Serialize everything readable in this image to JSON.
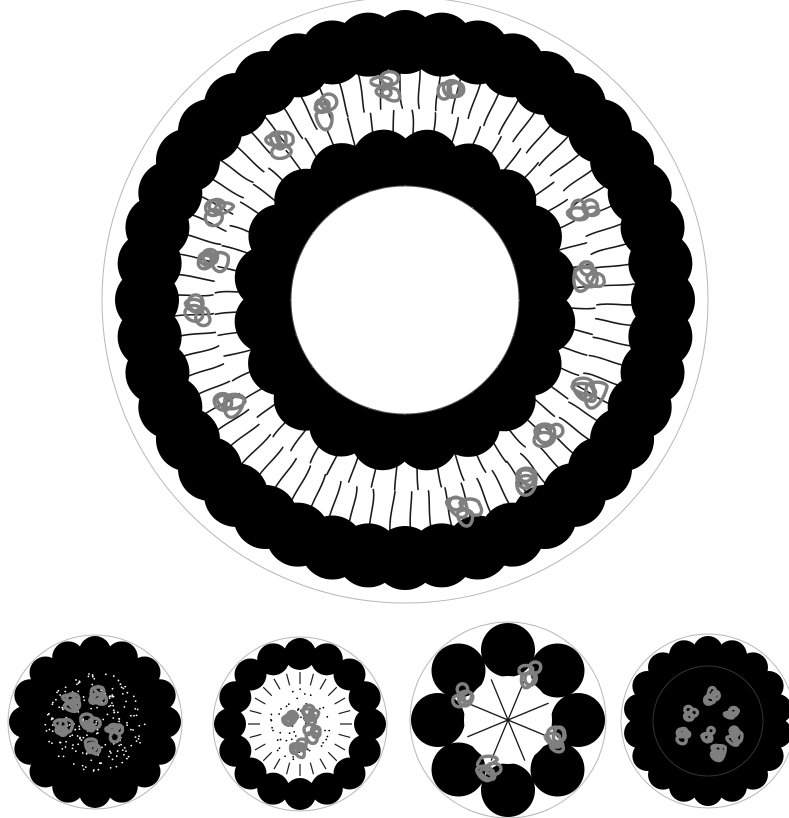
{
  "colors": {
    "background": "#ffffff",
    "head": "#000000",
    "tail": "#1a1a1a",
    "protein": "#7f7f7f",
    "outline": "#b8b8b8",
    "inner_line": "#555555"
  },
  "figures": [
    {
      "kind": "bilayer-vesicle",
      "outer_ring_heads": 44,
      "inner_ring_heads": 20,
      "proteins_shown": 14
    },
    {
      "kind": "micelle-core-dotted",
      "ring_heads": 16,
      "proteins_shown": 6
    },
    {
      "kind": "micelle-core-tails",
      "ring_heads": 16,
      "proteins_shown": 4
    },
    {
      "kind": "petal-micelle",
      "ring_heads": 8,
      "proteins_shown": 4
    },
    {
      "kind": "micelle-core-dark",
      "ring_heads": 18,
      "proteins_shown": 7
    }
  ]
}
